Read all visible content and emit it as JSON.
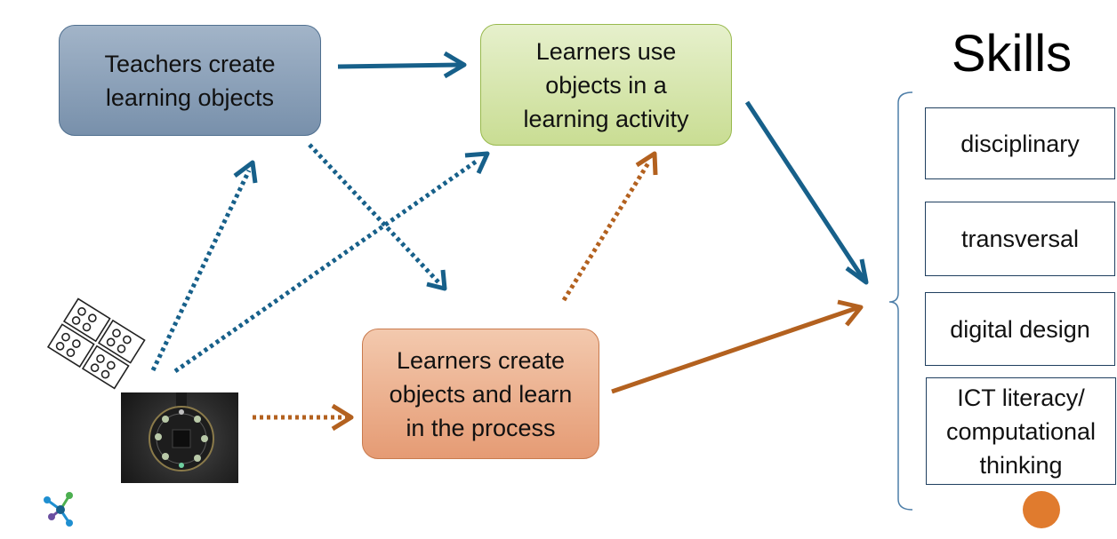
{
  "boxes": {
    "teachers": "Teachers create\nlearning objects",
    "use": "Learners use\nobjects in a\nlearning activity",
    "create": "Learners create\nobjects and learn\nin the process"
  },
  "skills": {
    "title": "Skills",
    "items": [
      "disciplinary",
      "transversal",
      "digital design",
      "ICT literacy/\ncomputational\nthinking"
    ]
  },
  "icons": [
    "brick-tiles-icon",
    "circuit-board-photo",
    "network-logo-icon",
    "orange-dot"
  ],
  "colors": {
    "blue_arrow": "#17608a",
    "orange_arrow": "#b3611f",
    "teachers_box": "#8ca0b8",
    "use_box": "#d6e6ad",
    "create_box": "#eca882",
    "dot": "#e07b2e"
  }
}
